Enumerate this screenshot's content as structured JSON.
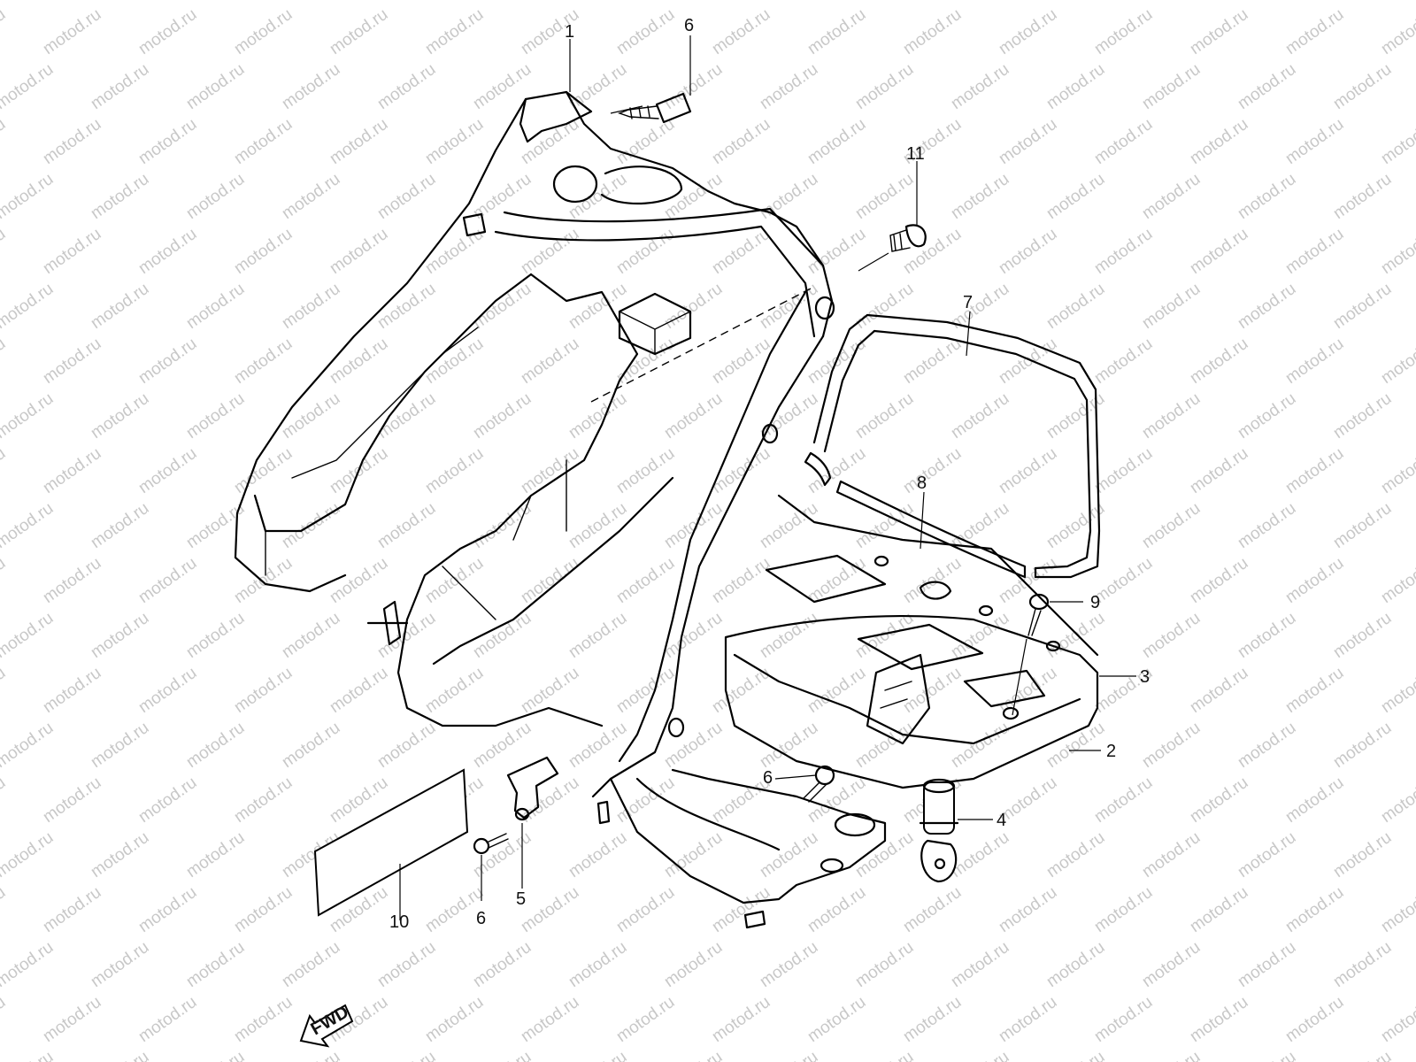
{
  "watermark": {
    "text": "motod.ru",
    "color": "#c8c8c8"
  },
  "callouts": [
    "1",
    "2",
    "3",
    "4",
    "5",
    "6",
    "6",
    "6",
    "7",
    "8",
    "9",
    "10",
    "11"
  ],
  "fwd_arrow": {
    "text": "FWD",
    "icon": "fwd-arrow-icon"
  }
}
